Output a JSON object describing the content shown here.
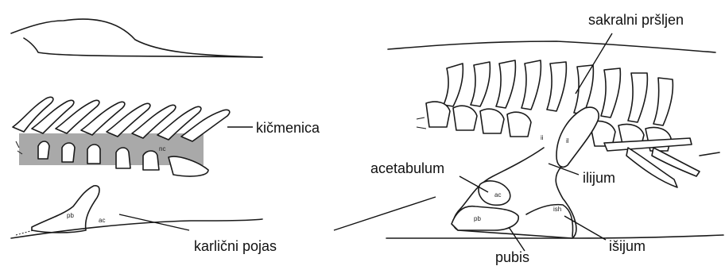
{
  "labels": {
    "sacral_vertebra": "sakralni pršljen",
    "vertebral_column": "kičmenica",
    "acetabulum": "acetabulum",
    "ilium": "ilijum",
    "pelvic_girdle": "karlični pojas",
    "pubis": "pubis",
    "ischium": "išijum"
  },
  "small_labels": {
    "left_nc": "nc",
    "left_pb": "pb",
    "left_ac": "ac",
    "right_il": "il",
    "right_ac": "ac",
    "right_pb": "pb",
    "right_ish": "ish",
    "right_ii": "ii"
  },
  "colors": {
    "shaded_centra": "#9a9a9a",
    "outline": "#1a1a1a"
  }
}
